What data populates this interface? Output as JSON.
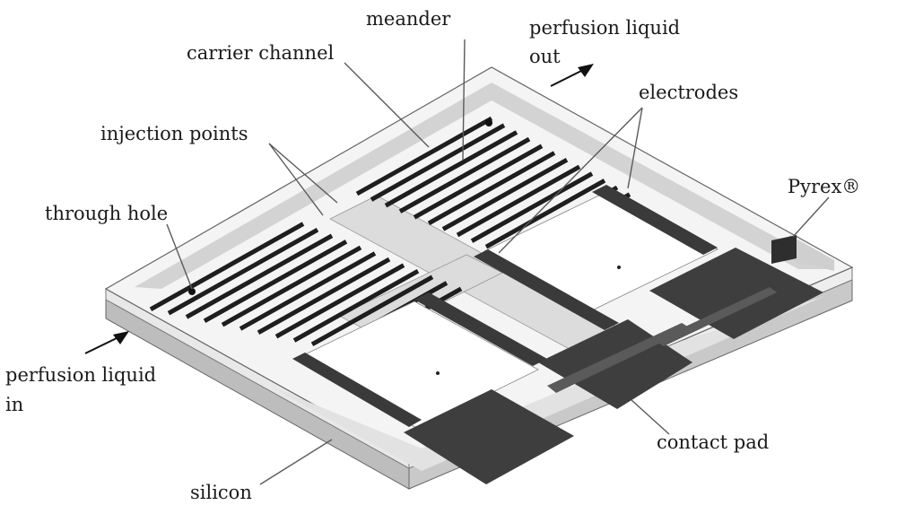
{
  "labels": {
    "meander": "meander",
    "carrier_channel": "carrier channel",
    "perfusion_out_line1": "perfusion liquid",
    "perfusion_out_line2": "out",
    "electrodes": "electrodes",
    "injection_points": "injection points",
    "through_hole": "through hole",
    "pyrex": "Pyrex®",
    "perfusion_in_line1": "perfusion liquid",
    "perfusion_in_line2": "in",
    "contact_pad": "contact pad",
    "silicon": "silicon"
  },
  "colors": {
    "pyrex_top": "#f3f3f3",
    "pyrex_edge": "#dcdcdc",
    "silicon_layer": "#b8b8b8",
    "channel_groove": "#1e1e1e",
    "carrier_channel": "#dedede",
    "electrode": "#3a3a3a",
    "contact_pad": "#3e3e3e",
    "outline": "#555555"
  }
}
